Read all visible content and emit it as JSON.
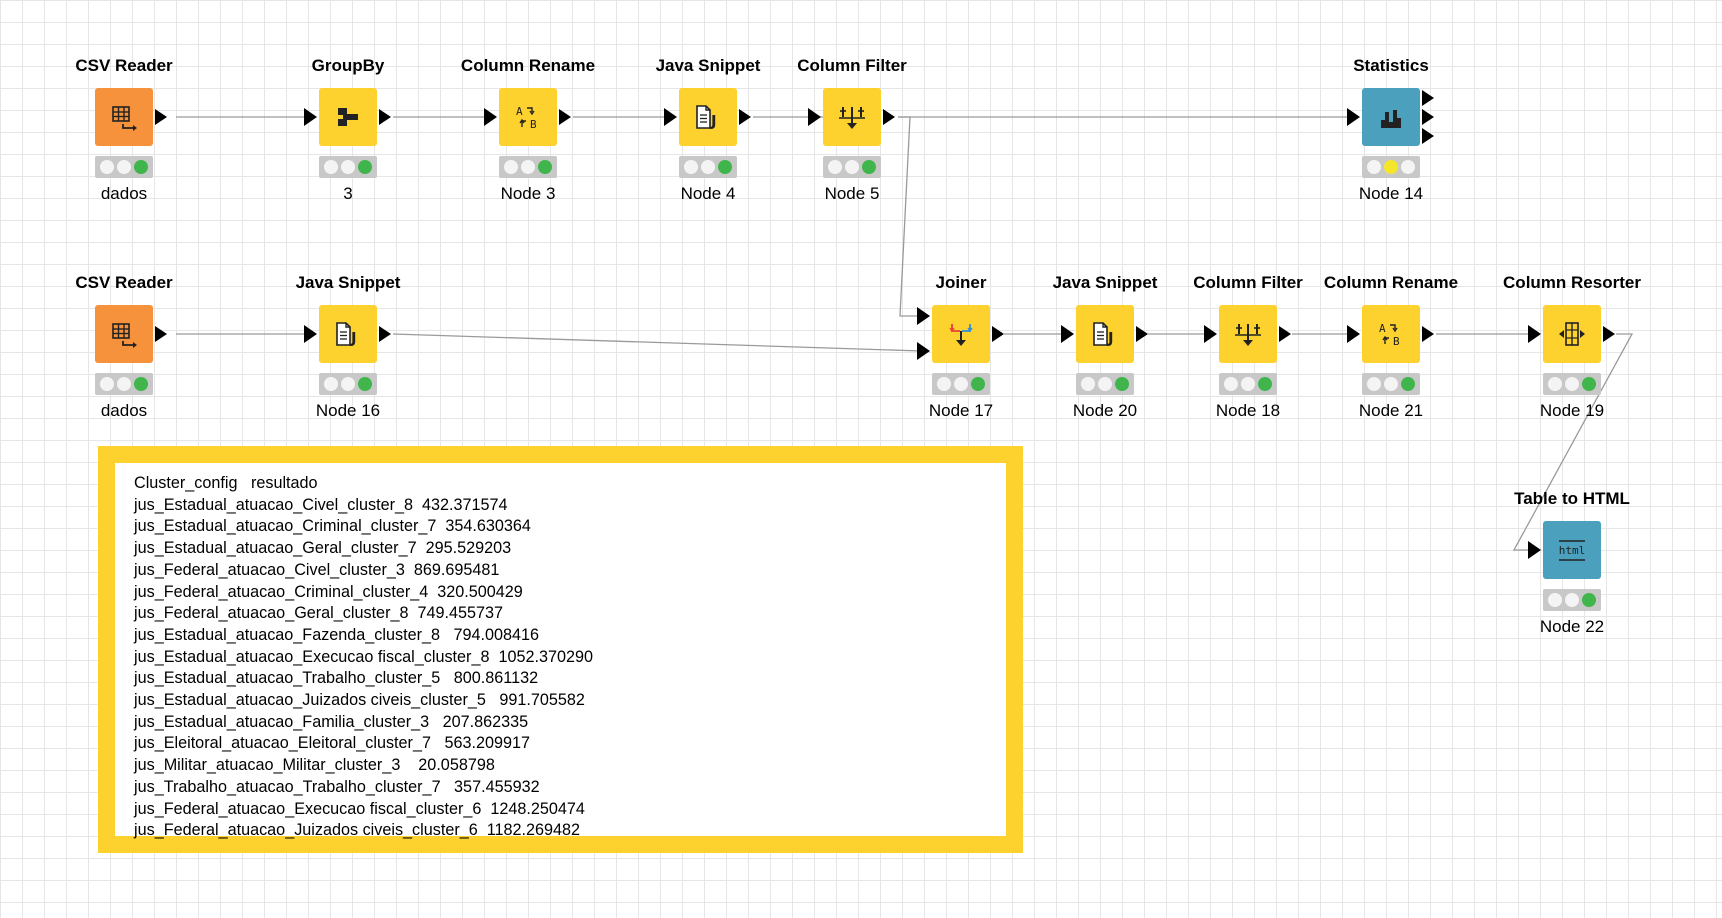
{
  "workflow": {
    "nodes": [
      {
        "id": "csv-reader-1",
        "title": "CSV Reader",
        "label": "dados",
        "color": "orange",
        "icon": "csv-reader-icon",
        "lights": [
          "off",
          "off",
          "green"
        ]
      },
      {
        "id": "groupby",
        "title": "GroupBy",
        "label": "3",
        "color": "yellow",
        "icon": "groupby-icon",
        "lights": [
          "off",
          "off",
          "green"
        ]
      },
      {
        "id": "column-rename-1",
        "title": "Column Rename",
        "label": "Node 3",
        "color": "yellow",
        "icon": "column-rename-icon",
        "lights": [
          "off",
          "off",
          "green"
        ]
      },
      {
        "id": "java-snippet-1",
        "title": "Java Snippet",
        "label": "Node 4",
        "color": "yellow",
        "icon": "java-snippet-icon",
        "lights": [
          "off",
          "off",
          "green"
        ]
      },
      {
        "id": "column-filter-1",
        "title": "Column Filter",
        "label": "Node 5",
        "color": "yellow",
        "icon": "column-filter-icon",
        "lights": [
          "off",
          "off",
          "green"
        ]
      },
      {
        "id": "statistics",
        "title": "Statistics",
        "label": "Node 14",
        "color": "blue",
        "icon": "statistics-icon",
        "lights": [
          "off",
          "yellow",
          "off"
        ]
      },
      {
        "id": "csv-reader-2",
        "title": "CSV Reader",
        "label": "dados",
        "color": "orange",
        "icon": "csv-reader-icon",
        "lights": [
          "off",
          "off",
          "green"
        ]
      },
      {
        "id": "java-snippet-2",
        "title": "Java Snippet",
        "label": "Node 16",
        "color": "yellow",
        "icon": "java-snippet-icon",
        "lights": [
          "off",
          "off",
          "green"
        ]
      },
      {
        "id": "joiner",
        "title": "Joiner",
        "label": "Node 17",
        "color": "yellow",
        "icon": "joiner-icon",
        "lights": [
          "off",
          "off",
          "green"
        ]
      },
      {
        "id": "java-snippet-3",
        "title": "Java Snippet",
        "label": "Node 20",
        "color": "yellow",
        "icon": "java-snippet-icon",
        "lights": [
          "off",
          "off",
          "green"
        ]
      },
      {
        "id": "column-filter-2",
        "title": "Column Filter",
        "label": "Node 18",
        "color": "yellow",
        "icon": "column-filter-icon",
        "lights": [
          "off",
          "off",
          "green"
        ]
      },
      {
        "id": "column-rename-2",
        "title": "Column Rename",
        "label": "Node 21",
        "color": "yellow",
        "icon": "column-rename-icon",
        "lights": [
          "off",
          "off",
          "green"
        ]
      },
      {
        "id": "column-resorter",
        "title": "Column Resorter",
        "label": "Node 19",
        "color": "yellow",
        "icon": "column-resorter-icon",
        "lights": [
          "off",
          "off",
          "green"
        ]
      },
      {
        "id": "table-to-html",
        "title": "Table to HTML",
        "label": "Node 22",
        "color": "blue",
        "icon": "table-to-html-icon",
        "icon_text": "html",
        "lights": [
          "off",
          "off",
          "green"
        ]
      }
    ]
  },
  "annotation": {
    "lines": [
      "Cluster_config   resultado",
      "jus_Estadual_atuacao_Civel_cluster_8  432.371574",
      "jus_Estadual_atuacao_Criminal_cluster_7  354.630364",
      "jus_Estadual_atuacao_Geral_cluster_7  295.529203",
      "jus_Federal_atuacao_Civel_cluster_3  869.695481",
      "jus_Federal_atuacao_Criminal_cluster_4  320.500429",
      "jus_Federal_atuacao_Geral_cluster_8  749.455737",
      "jus_Estadual_atuacao_Fazenda_cluster_8   794.008416",
      "jus_Estadual_atuacao_Execucao fiscal_cluster_8  1052.370290",
      "jus_Estadual_atuacao_Trabalho_cluster_5   800.861132",
      "jus_Estadual_atuacao_Juizados civeis_cluster_5   991.705582",
      "jus_Estadual_atuacao_Familia_cluster_3   207.862335",
      "jus_Eleitoral_atuacao_Eleitoral_cluster_7   563.209917",
      "jus_Militar_atuacao_Militar_cluster_3    20.058798",
      "jus_Trabalho_atuacao_Trabalho_cluster_7   357.455932",
      "jus_Federal_atuacao_Execucao fiscal_cluster_6  1248.250474",
      "jus_Federal_atuacao_Juizados civeis_cluster_6  1182.269482"
    ]
  }
}
